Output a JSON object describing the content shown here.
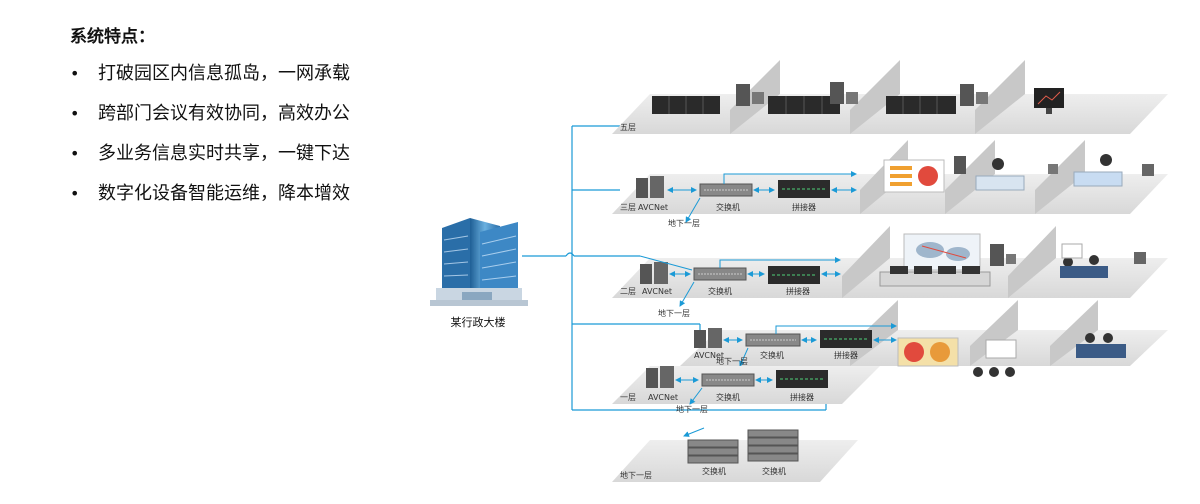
{
  "features": {
    "title": "系统特点：",
    "items": [
      "打破园区内信息孤岛，一网承载",
      "跨部门会议有效协同，高效办公",
      "多业务信息实时共享，一键下达",
      "数字化设备智能运维，降本增效"
    ]
  },
  "building": {
    "label": "某行政大楼"
  },
  "floors": {
    "f5": {
      "name": "五层"
    },
    "f3": {
      "name": "三层",
      "avc": "AVCNet",
      "switch": "交换机",
      "splicer": "拼接器",
      "basement": "地下一层"
    },
    "f2": {
      "name": "二层",
      "avc": "AVCNet",
      "switch": "交换机",
      "splicer": "拼接器",
      "basement": "地下一层"
    },
    "f1b": {
      "avc": "AVCNet",
      "switch": "交换机",
      "splicer": "拼接器",
      "basement": "地下一层"
    },
    "f1": {
      "name": "一层",
      "avc": "AVCNet",
      "switch": "交换机",
      "splicer": "拼接器",
      "basement": "地下一层"
    },
    "b1": {
      "name": "地下一层",
      "switch1": "交换机",
      "switch2": "交换机"
    }
  },
  "colors": {
    "link": "#1b9ad6",
    "building": "#2c78b4",
    "floor": "#e2e2e2",
    "wall": "#cfcfcf"
  }
}
